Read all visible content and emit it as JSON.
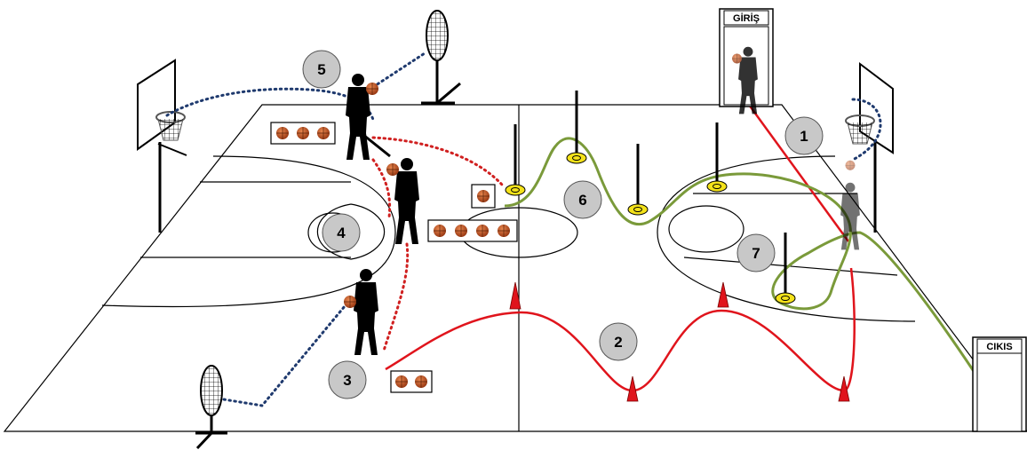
{
  "doors": {
    "entry": {
      "label": "GİRİŞ"
    },
    "exit": {
      "label": "CIKIS"
    }
  },
  "stations": [
    "1",
    "2",
    "3",
    "4",
    "5",
    "6",
    "7"
  ],
  "colors": {
    "court_lines": "#000000",
    "station_circle_fill": "#c8c8c8",
    "dribble_path_red": "#e0141c",
    "zigzag_path_green": "#7a9a3a",
    "pass_path_blue": "#1f3a6e",
    "shot_path_red_dotted": "#d02020",
    "target_ring_yellow": "#f4e21a",
    "cone_red": "#e0141c",
    "ball_orange": "#c8582a"
  },
  "icons": [
    "basketball-hoop-icon",
    "rebounder-net-icon",
    "cone-icon",
    "pole-target-icon",
    "player-silhouette-icon",
    "ball-rack-icon"
  ]
}
